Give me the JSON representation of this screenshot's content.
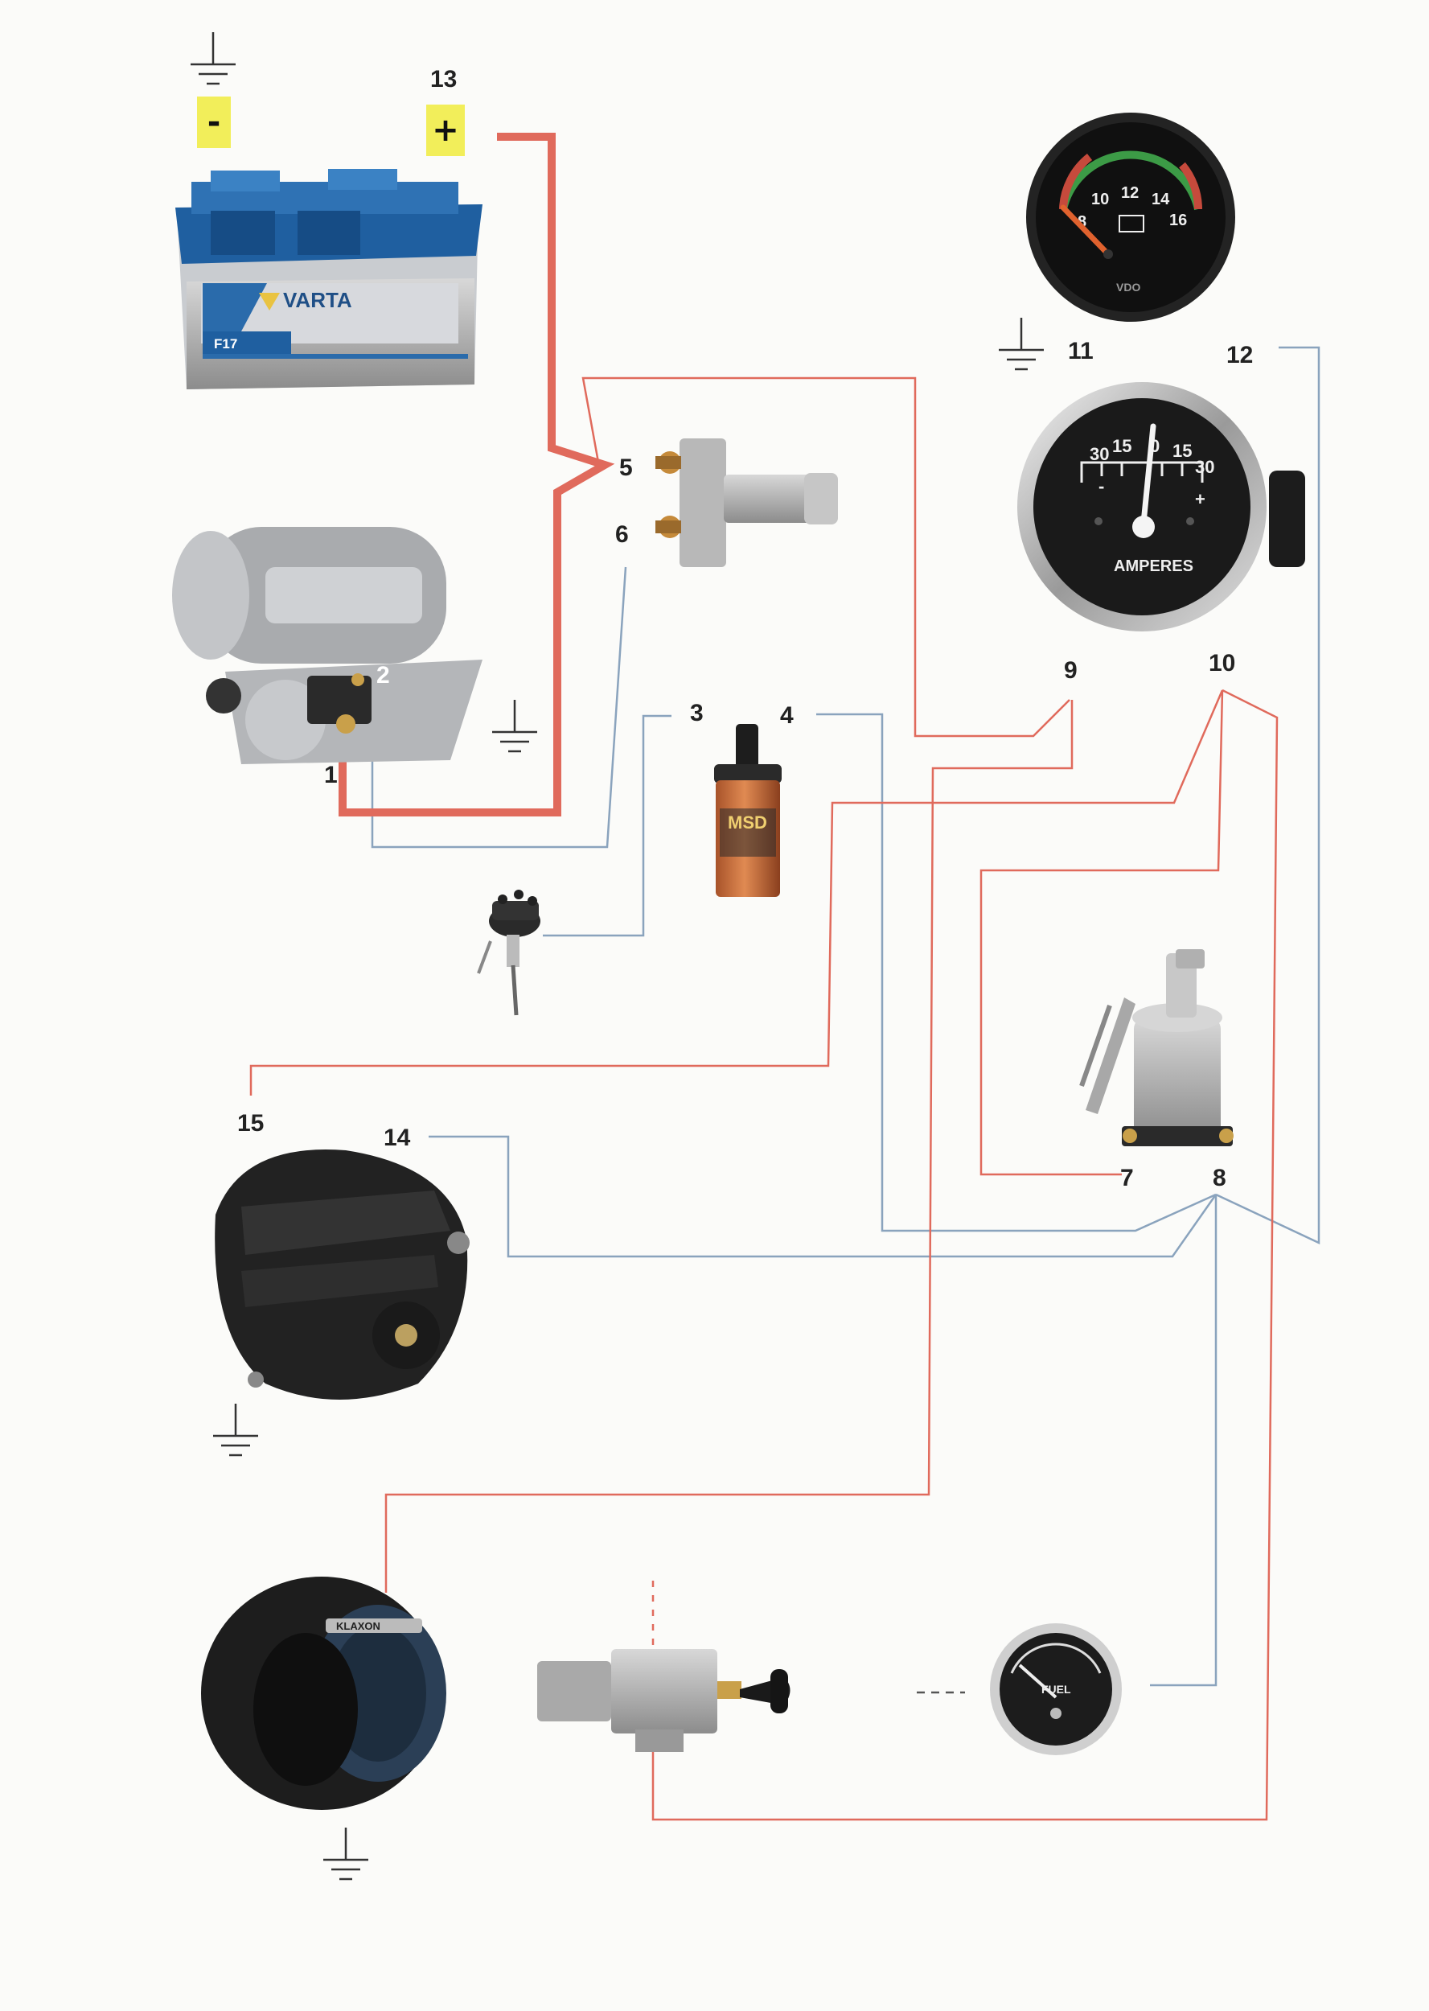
{
  "terminals": [
    {
      "id": "1",
      "label": "1"
    },
    {
      "id": "2",
      "label": "2"
    },
    {
      "id": "3",
      "label": "3"
    },
    {
      "id": "4",
      "label": "4"
    },
    {
      "id": "5",
      "label": "5"
    },
    {
      "id": "6",
      "label": "6"
    },
    {
      "id": "7",
      "label": "7"
    },
    {
      "id": "8",
      "label": "8"
    },
    {
      "id": "9",
      "label": "9"
    },
    {
      "id": "10",
      "label": "10"
    },
    {
      "id": "11",
      "label": "11"
    },
    {
      "id": "12",
      "label": "12"
    },
    {
      "id": "13",
      "label": "13"
    },
    {
      "id": "14",
      "label": "14"
    },
    {
      "id": "15",
      "label": "15"
    }
  ],
  "battery": {
    "minus": "-",
    "plus": "+",
    "brand": "VARTA",
    "model": "F17"
  },
  "voltmeter": {
    "ticks": [
      "8",
      "10",
      "12",
      "14",
      "16"
    ],
    "brand": "VDO"
  },
  "ammeter": {
    "ticks": [
      "30",
      "15",
      "0",
      "15",
      "30"
    ],
    "minus": "-",
    "plus": "+",
    "caption": "AMPERES"
  },
  "coil": {
    "brand": "MSD"
  },
  "horn": {
    "brand": "KLAXON"
  },
  "fuel_gauge": {
    "caption": "FUEL"
  },
  "colors": {
    "power_wire": "#e06a5c",
    "signal_wire": "#8aa3bd",
    "ground": "#333333",
    "sign_bg": "#f2ee5a"
  }
}
